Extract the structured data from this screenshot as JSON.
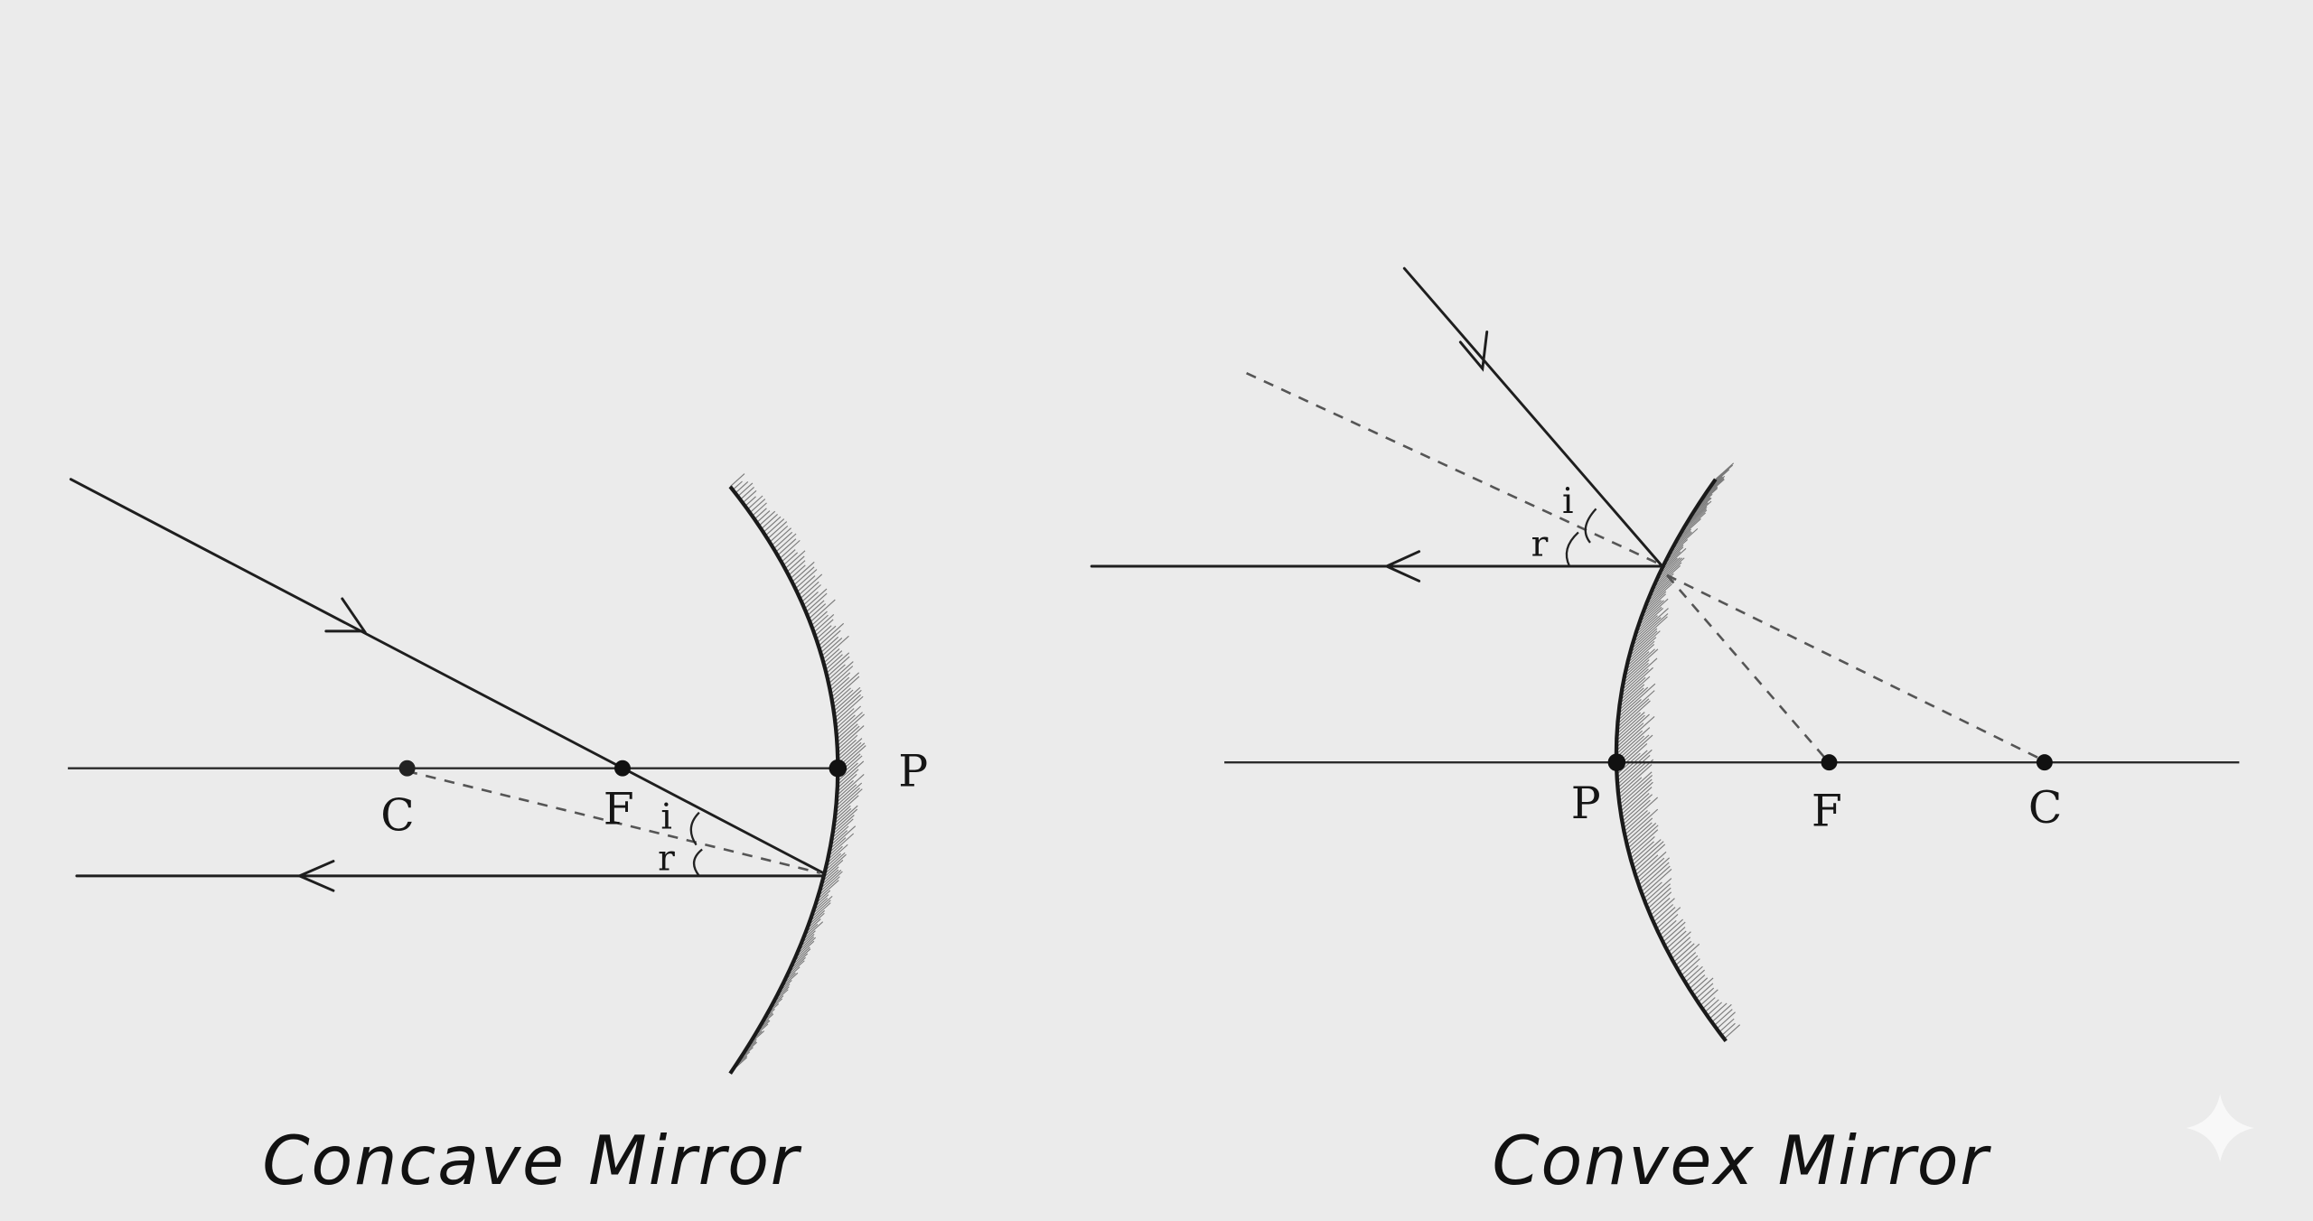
{
  "concave": {
    "title": "Concave Mirror",
    "labels": {
      "C": "C",
      "F": "F",
      "P": "P",
      "i": "i",
      "r": "r"
    }
  },
  "convex": {
    "title": "Convex Mirror",
    "labels": {
      "C": "C",
      "F": "F",
      "P": "P",
      "i": "i",
      "r": "r"
    }
  },
  "colors": {
    "background": "#ebebeb",
    "ink": "#1e1e1e"
  }
}
